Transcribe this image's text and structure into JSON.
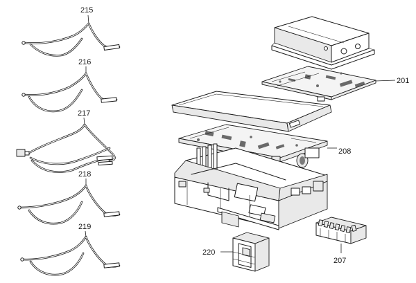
{
  "callouts": {
    "p215": "215",
    "p216": "216",
    "p217": "217",
    "p218": "218",
    "p219": "219",
    "p201": "201",
    "p208": "208",
    "p220": "220",
    "p207": "207"
  }
}
